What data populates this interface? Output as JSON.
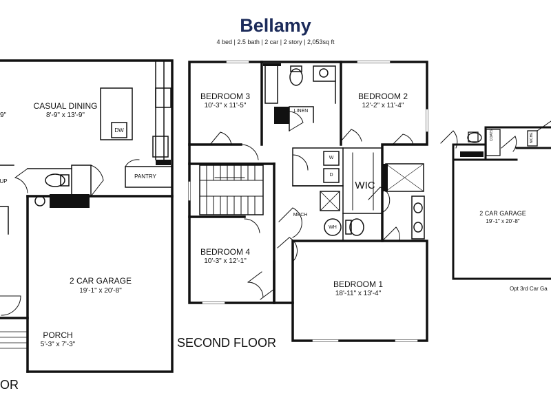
{
  "header": {
    "title": "Bellamy",
    "subtitle": "4 bed | 2.5 bath | 2 car | 2 story | 2,053sq ft"
  },
  "first_floor": {
    "casual_dining": {
      "name": "CASUAL DINING",
      "dims": "8'-9\" x 13'-9\""
    },
    "dishwasher": "DW",
    "pantry": "PANTRY",
    "up": "UP",
    "garage": {
      "name": "2 CAR GARAGE",
      "dims": "19'-1\" x 20'-8\""
    },
    "porch": {
      "name": "PORCH",
      "dims": "5'-3\" x 7'-3\""
    },
    "floor_label_fragment": "OR",
    "left_dim_fragment": "9\""
  },
  "second_floor": {
    "bedroom3": {
      "name": "BEDROOM 3",
      "dims": "10'-3\" x 11'-5\""
    },
    "bedroom2": {
      "name": "BEDROOM 2",
      "dims": "12'-2\" x 11'-4\""
    },
    "linen": "LINEN",
    "wic": "WIC",
    "mech": "MECH",
    "wh": "WH",
    "washer": "W",
    "dryer": "D",
    "bedroom4": {
      "name": "BEDROOM 4",
      "dims": "10'-3\" x 12'-1\""
    },
    "bedroom1": {
      "name": "BEDROOM 1",
      "dims": "18'-11\" x 13'-4\""
    },
    "floor_label": "SECOND FLOOR"
  },
  "optional_garage": {
    "garage": {
      "name": "2 CAR GARAGE",
      "dims": "19'-1\" x 20'-8\""
    },
    "coats": "COATS",
    "niche": "NICHE",
    "caption": "Opt 3rd Car Ga"
  }
}
